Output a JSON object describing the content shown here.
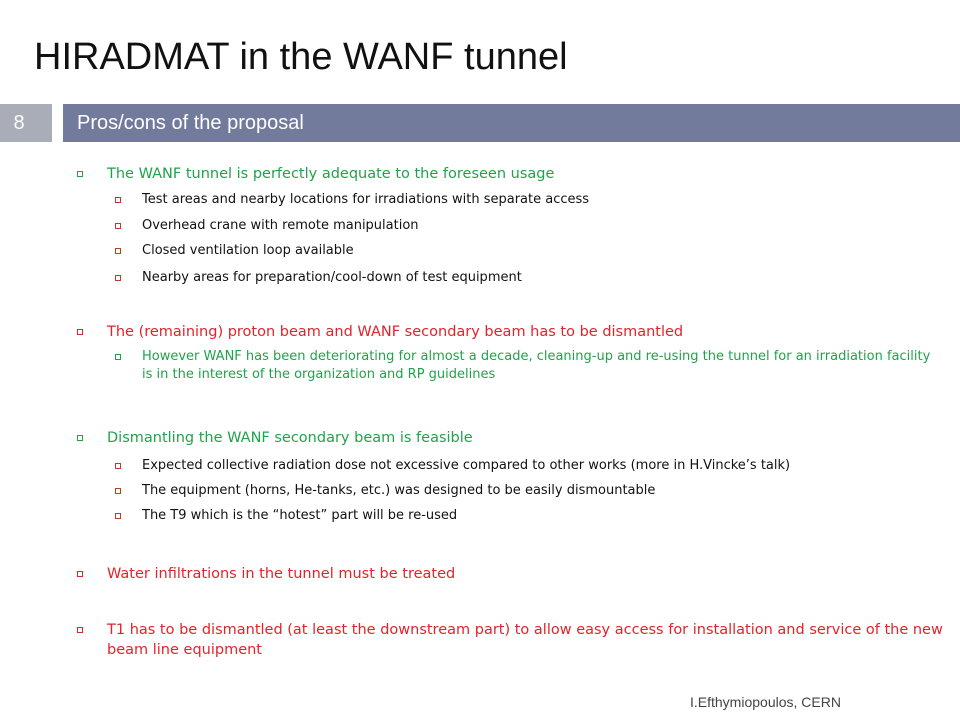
{
  "slide": {
    "title": "HIRADMAT in the WANF tunnel",
    "number": "8",
    "section_title": "Pros/cons of the proposal",
    "footer": "I.Efthymiopoulos, CERN"
  },
  "bullets": [
    "The WANF tunnel is perfectly adequate to the foreseen usage",
    "Test areas and nearby locations for irradiations with separate access",
    "Overhead crane with remote manipulation",
    "Closed ventilation loop available",
    "Nearby areas for preparation/cool-down of test equipment",
    "The (remaining) proton beam and WANF secondary beam has to be dismantled",
    "However WANF has been deteriorating for almost a decade, cleaning-up and re-using the tunnel for an irradiation facility is in the interest of the organization and RP guidelines",
    "Dismantling the WANF secondary beam is feasible",
    "Expected collective radiation dose not excessive compared to other works (more in H.Vincke’s talk)",
    "The equipment (horns, He-tanks, etc.) was designed to be easily dismountable",
    "The T9 which is the “hotest” part will be re-used",
    "Water infiltrations in the tunnel must be treated",
    "T1 has to be dismantled (at least the downstream part) to allow easy access for installation and service of the new beam line equipment"
  ]
}
